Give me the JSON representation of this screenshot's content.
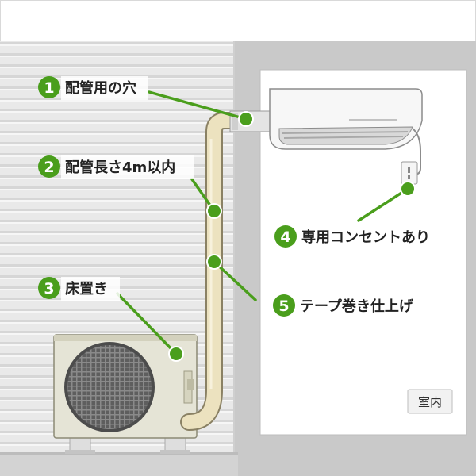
{
  "callouts": [
    {
      "number": "1",
      "label": "配管用の穴"
    },
    {
      "number": "2",
      "label": "配管長さ4m以内"
    },
    {
      "number": "3",
      "label": "床置き"
    },
    {
      "number": "4",
      "label": "専用コンセントあり"
    },
    {
      "number": "5",
      "label": "テープ巻き仕上げ"
    }
  ],
  "room_label": "室内",
  "colors": {
    "accent_green": "#4a9e1c",
    "wall_siding": "#e9e9e9",
    "indoor_unit": "#f7f7f7",
    "pipe": "#ece2bf",
    "outdoor_unit": "#e5e4d6",
    "fan": "#6b6b6b"
  }
}
